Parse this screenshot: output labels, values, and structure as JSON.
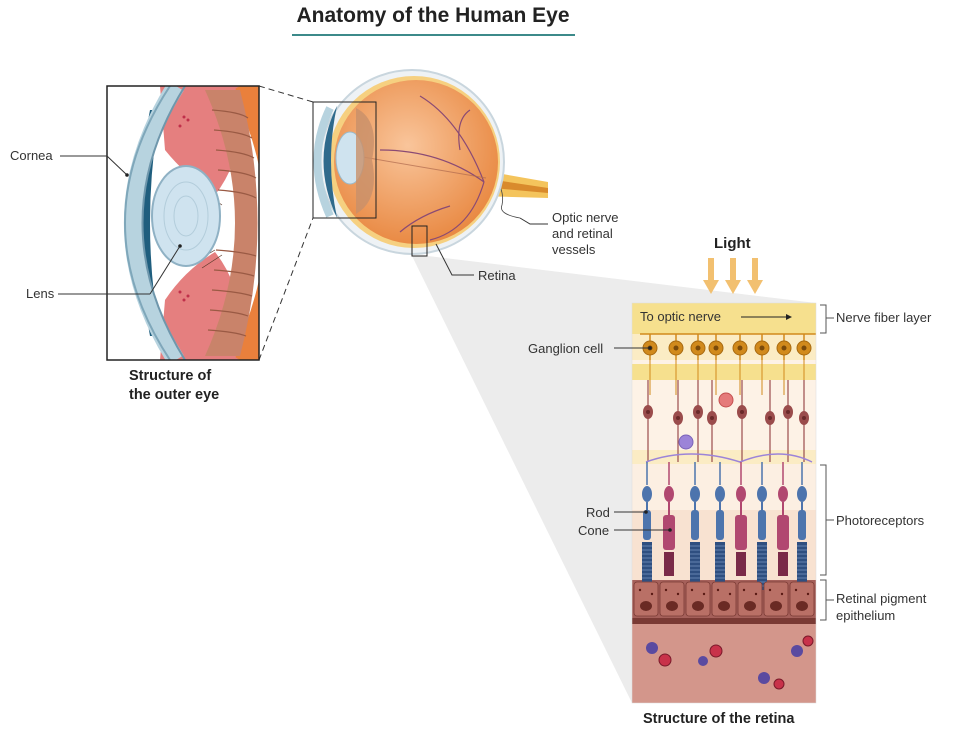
{
  "title": "Anatomy of the Human Eye",
  "labels": {
    "cornea": "Cornea",
    "lens": "Lens",
    "optic_nerve": [
      "Optic nerve",
      "and retinal",
      "vessels"
    ],
    "retina": "Retina",
    "light": "Light",
    "to_optic_nerve": "To optic nerve",
    "nerve_fiber_layer": "Nerve fiber layer",
    "ganglion_cell": "Ganglion cell",
    "rod": "Rod",
    "cone": "Cone",
    "photoreceptors": "Photoreceptors",
    "rpe": [
      "Retinal pigment",
      "epithelium"
    ]
  },
  "captions": {
    "outer_eye": [
      "Structure of",
      "the outer eye"
    ],
    "retina": "Structure of the retina"
  },
  "colors": {
    "accent_rule": "#3c8a8a",
    "sclera": "#e98a44",
    "cornea": "#b7d3df",
    "iris_dark": "#1f5e7e",
    "lens": "#cfe3ef",
    "nerve_fiber": "#f6e08e",
    "ganglion": "#d18a1c",
    "bipolar": "#9a4c4c",
    "rod": "#4d74ad",
    "cone": "#b14870",
    "rpe": "#a5605a",
    "choroid": "#d3968b",
    "light_arrow": "#f2c070"
  }
}
